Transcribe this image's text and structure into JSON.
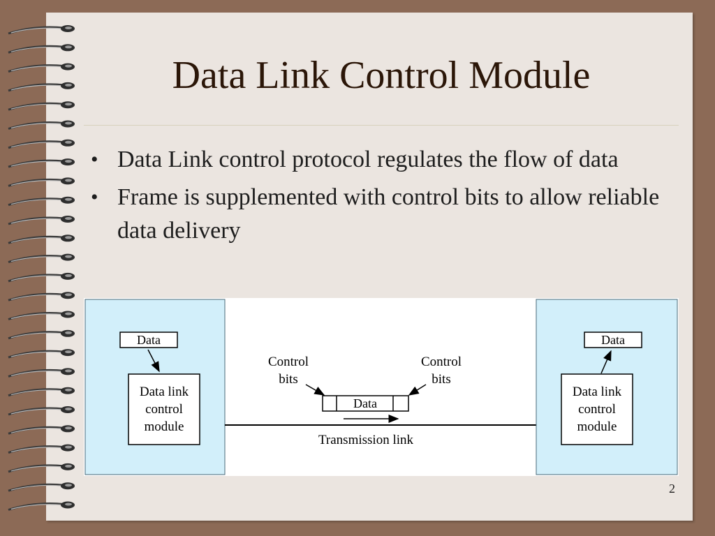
{
  "slide": {
    "title": "Data Link Control Module",
    "bullets": [
      "Data Link control protocol regulates the flow of data",
      "Frame is supplemented with control bits to allow reliable data delivery"
    ],
    "page_number": "2"
  },
  "diagram": {
    "left_station": {
      "data_label": "Data",
      "module_lines": [
        "Data link",
        "control",
        "module"
      ]
    },
    "right_station": {
      "data_label": "Data",
      "module_lines": [
        "Data link",
        "control",
        "module"
      ]
    },
    "control_bits_left": [
      "Control",
      "bits"
    ],
    "control_bits_right": [
      "Control",
      "bits"
    ],
    "frame_data_label": "Data",
    "link_label": "Transmission link"
  },
  "colors": {
    "background": "#8c6a56",
    "page": "#ebe5e0",
    "title": "#2b1608",
    "station_fill": "#d2effa"
  }
}
